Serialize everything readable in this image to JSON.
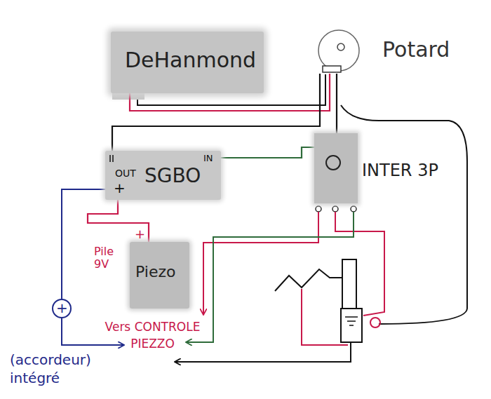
{
  "diagram": {
    "nodes": [
      {
        "text": [
          "DeHanmond"
        ]
      },
      {
        "text": [
          "Potard"
        ]
      },
      {
        "text": [
          "OUT",
          "SGBO",
          "IN",
          "+"
        ]
      },
      {
        "text": [
          "INTER 3P"
        ]
      },
      {
        "text": [
          "Piezo"
        ]
      }
    ],
    "edges": [
      {
        "from": 0,
        "to": 1,
        "arrow": "none"
      },
      {
        "from": 1,
        "to": 3,
        "arrow": "none"
      },
      {
        "from": 3,
        "to": 2,
        "arrow": "none"
      },
      {
        "from": 2,
        "to": 1,
        "arrow": "none"
      },
      {
        "from": 2,
        "to": 4,
        "arrow": "none"
      }
    ],
    "labels": [
      "Pile 9V",
      "+",
      "+",
      "Vers CONTROLE PIEZZO",
      "(accordeur) intégré"
    ]
  }
}
